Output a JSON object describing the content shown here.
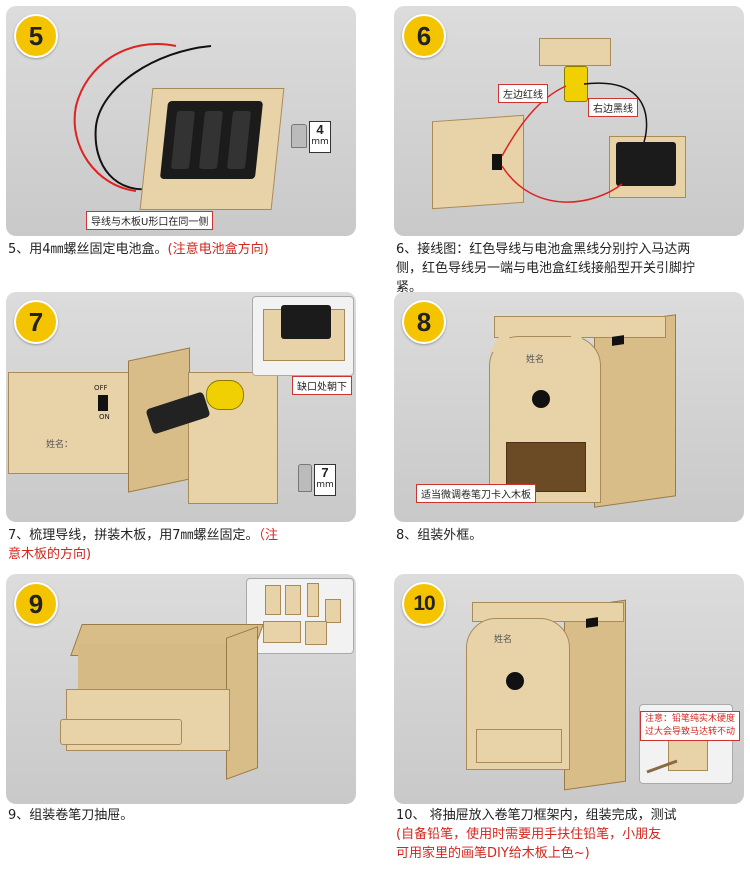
{
  "steps": [
    {
      "num": "5",
      "caption": "5、用4㎜螺丝固定电池盒。",
      "caption_note": "(注意电池盒方向)",
      "callouts": [
        "导线与木板U形口在同一侧"
      ],
      "screw": {
        "size": "4",
        "unit": "mm"
      }
    },
    {
      "num": "6",
      "caption_lines": [
        "6、接线图：红色导线与电池盒黑线分别拧入马达两",
        "侧，红色导线另一端与电池盒红线接船型开关引脚拧",
        "紧。"
      ],
      "callouts": [
        "左边红线",
        "右边黑线"
      ]
    },
    {
      "num": "7",
      "caption": "7、梳理导线，拼装木板，用7㎜螺丝固定。",
      "caption_note_1": "（注",
      "caption_note_2": "意木板的方向)",
      "callouts": [
        "缺口处朝下"
      ],
      "screw": {
        "size": "7",
        "unit": "mm"
      },
      "board_text": {
        "off": "OFF",
        "on": "ON",
        "name": "姓名："
      }
    },
    {
      "num": "8",
      "caption": "8、组装外框。",
      "callouts": [
        "适当微调卷笔刀卡入木板"
      ],
      "board_text": {
        "name": "姓名"
      }
    },
    {
      "num": "9",
      "caption": "9、组装卷笔刀抽屉。"
    },
    {
      "num": "10",
      "caption": "10、 将抽屉放入卷笔刀框架内，组装完成，测试",
      "caption_note_lines": [
        "(自备铅笔，使用时需要用手扶住铅笔，小朋友",
        "可用家里的画笔DIY给木板上色~)"
      ],
      "callouts": [
        "注意：铅笔纯实木硬度",
        "过大会导致马达转不动"
      ],
      "board_text": {
        "name": "姓名"
      }
    }
  ],
  "colors": {
    "badge": "#f5c400",
    "accent_red": "#d2261e",
    "panel": "#d3d3d3",
    "wood": "#e8d3a8"
  }
}
